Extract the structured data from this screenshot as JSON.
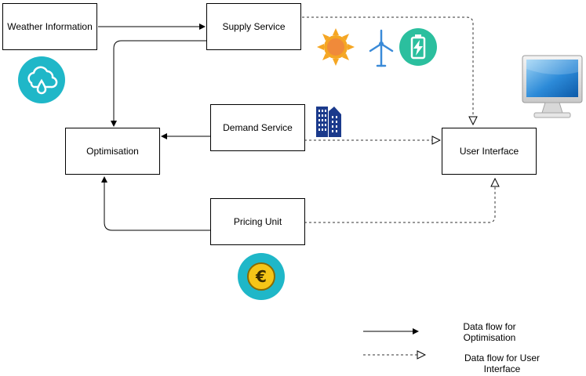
{
  "nodes": {
    "weather": "Weather Information",
    "supply": "Supply Service",
    "demand": "Demand Service",
    "optimisation": "Optimisation",
    "pricing": "Pricing Unit",
    "user_interface": "User Interface"
  },
  "legend": {
    "solid_label": "Data flow  for Optimisation",
    "dashed_label": "Data flow for User Interface"
  },
  "icons": [
    "cloud-rain-icon",
    "sun-icon",
    "wind-turbine-icon",
    "battery-icon",
    "buildings-icon",
    "euro-coin-icon",
    "monitor-icon"
  ],
  "colors": {
    "teal_circle": "#1fb7c8",
    "sun": "#f5a623",
    "sun_core": "#f08a3a",
    "battery_circle": "#2bbf9e",
    "turbine": "#3a8ad8",
    "buildings": "#1b3a8c",
    "coin": "#f5c518",
    "monitor": "#2c8ad8"
  }
}
